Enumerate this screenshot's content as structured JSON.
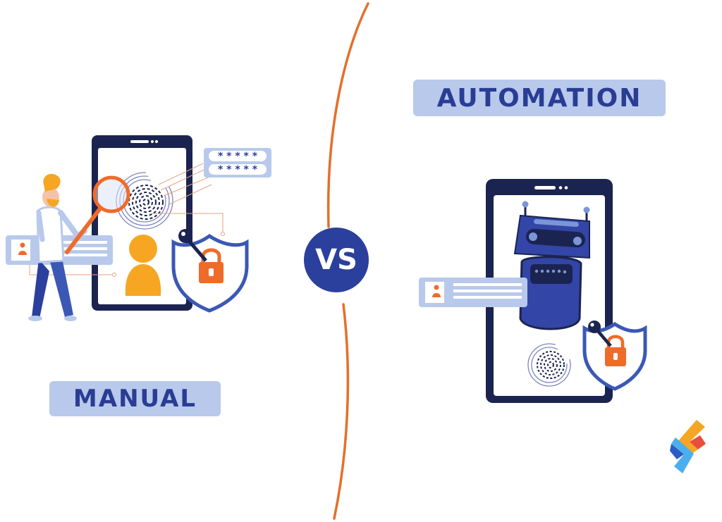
{
  "title": {
    "left_label": "MANUAL",
    "right_label": "AUTOMATION",
    "center_label": "VS"
  },
  "manual_scene": {
    "password_rows": [
      "* * * * *",
      "* * * * *"
    ],
    "icons": [
      "person-with-magnifier-icon",
      "smartphone-icon",
      "fingerprint-icon",
      "user-avatar-icon",
      "shield-lock-icon",
      "key-icon",
      "id-card-icon",
      "password-field-icon"
    ]
  },
  "automation_scene": {
    "icons": [
      "smartphone-icon",
      "robot-icon",
      "id-card-icon",
      "fingerprint-icon",
      "shield-lock-icon",
      "key-icon"
    ]
  },
  "colors": {
    "navy": "#1b2450",
    "royal_blue": "#2b3f9c",
    "light_blue": "#b8c9ec",
    "orange": "#ef6b2a",
    "amber": "#f6a623",
    "divider": "#e46f2b"
  },
  "brand": {
    "logo": "brand-logo-icon"
  }
}
